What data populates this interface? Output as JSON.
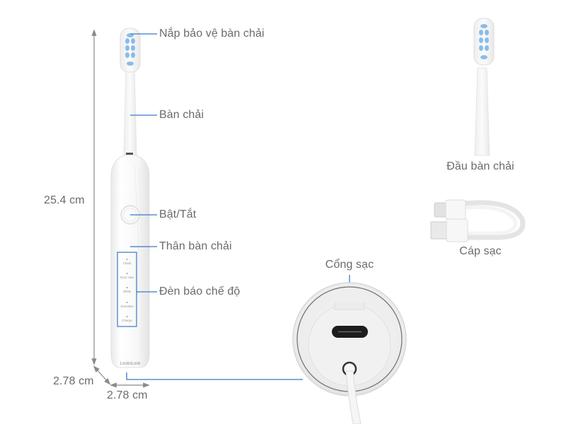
{
  "product": {
    "brand_logo": "LocknLock",
    "mode_labels": [
      "Clean",
      "Gum care",
      "White",
      "Sensitive",
      "Charge"
    ]
  },
  "callouts": {
    "cap": "Nắp bảo vệ bàn chải",
    "brush": "Bàn chải",
    "power": "Bật/Tắt",
    "body": "Thân bàn chải",
    "mode_lights": "Đèn báo chế độ",
    "charging_port": "Cổng sạc"
  },
  "accessories": {
    "brush_head": "Đầu bàn chải",
    "cable": "Cáp sạc"
  },
  "dimensions": {
    "height": "25.4 cm",
    "depth": "2.78 cm",
    "width": "2.78 cm"
  },
  "colors": {
    "leader_line": "#3a78c8",
    "dimension_line": "#8a8a8a",
    "label_text": "#6b6b6b",
    "bristle_blue": "#7fb6ea"
  }
}
